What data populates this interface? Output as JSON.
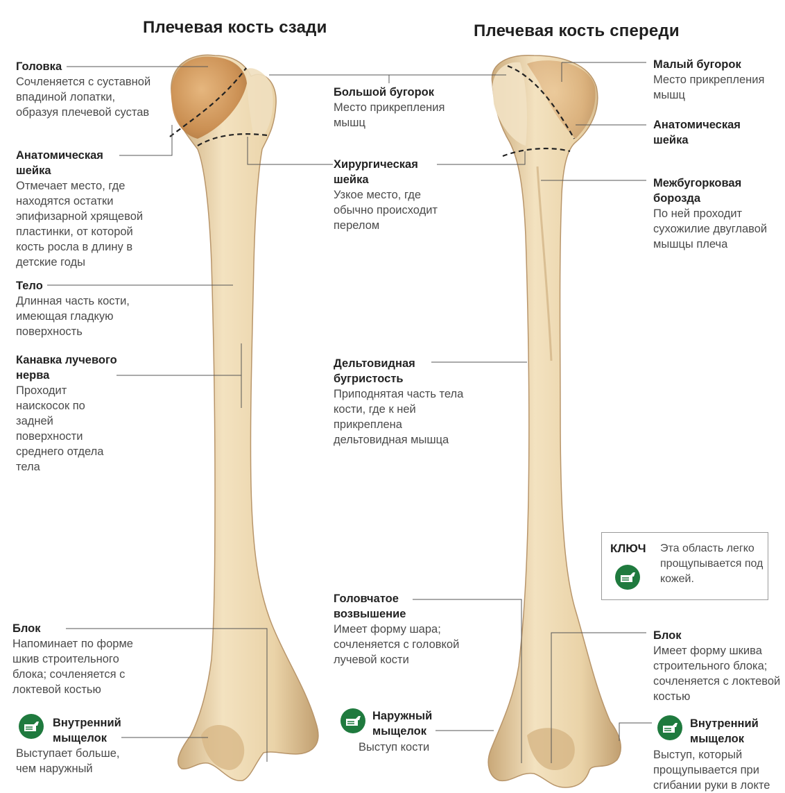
{
  "titles": {
    "back": "Плечевая кость сзади",
    "front": "Плечевая кость спереди"
  },
  "labels": {
    "head": {
      "title": "Головка",
      "desc": "Сочленяется с суставной впадиной лопатки, образуя плечевой сустав"
    },
    "anat_neck_back": {
      "title": "Анатомическая шейка",
      "desc": "Отмечает место, где находятся остатки эпифизарной хрящевой пластинки, от которой кость росла в длину в детские годы"
    },
    "body": {
      "title": "Тело",
      "desc": "Длинная часть кости, имеющая гладкую поверхность"
    },
    "radial_groove": {
      "title": "Канавка лучевого нерва",
      "desc": "Проходит наискосок по задней поверхности среднего отдела тела"
    },
    "trochlea_back": {
      "title": "Блок",
      "desc": "Напоминает по форме шкив строительного блока; сочленяется с локтевой костью"
    },
    "medial_epi_back": {
      "title": "Внутренний мыщелок",
      "desc": "Выступает больше, чем наружный"
    },
    "greater_tub": {
      "title": "Большой бугорок",
      "desc": "Место прикрепления мышц"
    },
    "surgical_neck": {
      "title": "Хирургическая шейка",
      "desc": "Узкое место, где обычно происходит перелом"
    },
    "deltoid": {
      "title": "Дельтовидная бугристость",
      "desc": "Приподнятая часть тела кости, где к ней прикреплена дельтовидная мышца"
    },
    "capitulum": {
      "title": "Головчатое возвышение",
      "desc": "Имеет форму шара; сочленяется с головкой лучевой кости"
    },
    "lateral_epi": {
      "title": "Наружный мыщелок",
      "desc": "Выступ кости"
    },
    "lesser_tub": {
      "title": "Малый бугорок",
      "desc": "Место прикрепления мышц"
    },
    "anat_neck_front": {
      "title": "Анатомическая шейка",
      "desc": ""
    },
    "intertub": {
      "title": "Межбугорковая борозда",
      "desc": "По ней проходит сухожилие двуглавой мышцы плеча"
    },
    "trochlea_front": {
      "title": "Блок",
      "desc": "Имеет форму шкива строительного блока; сочленяется с локтевой костью"
    },
    "medial_epi_front": {
      "title": "Внутренний мыщелок",
      "desc": "Выступ, который прощупывается при сгибании руки в локте"
    }
  },
  "key": {
    "title": "КЛЮЧ",
    "text": "Эта область легко прощупывается под кожей."
  },
  "colors": {
    "bone": "#e9d2a8",
    "bone_shade": "#c9a878",
    "bone_head": "#c98a4a",
    "icon": "#1f7a3e",
    "line": "#555555"
  }
}
